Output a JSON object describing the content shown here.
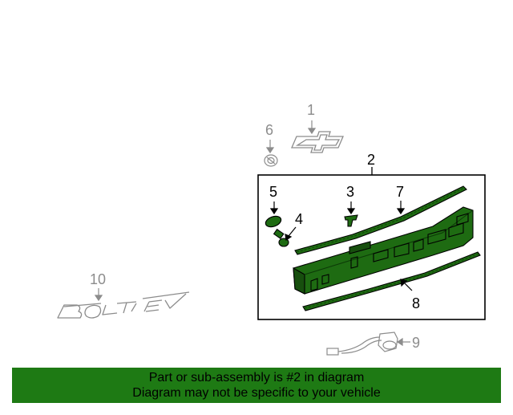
{
  "diagram": {
    "callouts": {
      "c1": "1",
      "c2": "2",
      "c3": "3",
      "c4": "4",
      "c5": "5",
      "c6": "6",
      "c7": "7",
      "c8": "8",
      "c9": "9",
      "c10": "10"
    },
    "highlight_part": "2",
    "colors": {
      "part_fill": "#1e6b12",
      "outline": "#000000",
      "dim": "#8c8c8c"
    }
  },
  "banner": {
    "line1": "Part or sub-assembly is #2 in diagram",
    "line2": "Diagram may not be specific to your vehicle",
    "color": "#1e7a14"
  }
}
